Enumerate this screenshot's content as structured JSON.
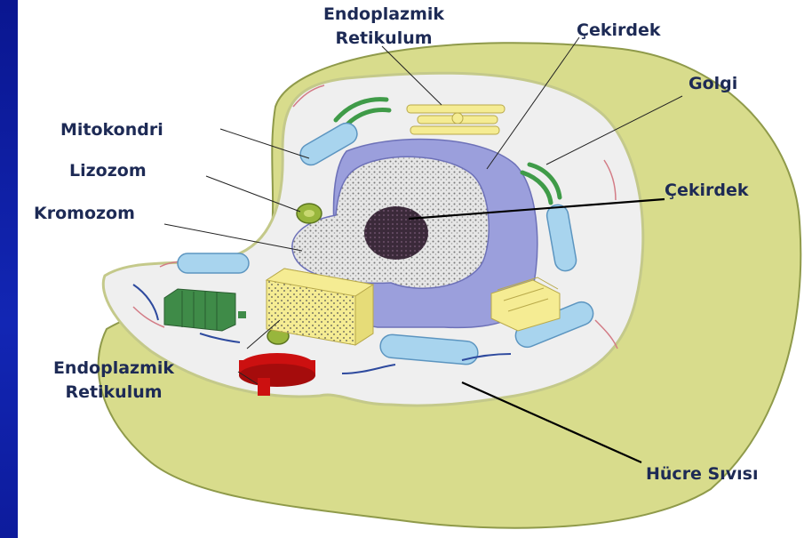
{
  "colors": {
    "background": "#0c1a9e",
    "membrane": "#d8dc8c",
    "cytoplasm": "#efefef",
    "nucleus_envelope": "#9b9fdc",
    "nucleolus": "#3b2a3a",
    "er_smooth": "#f5ec93",
    "golgi": "#3f9b48",
    "mitochondria": "#a8d4ee",
    "lysosome": "#98b63c",
    "vacuole": "#cc1010",
    "label_text": "#1d2a55"
  },
  "labels": {
    "er_top": [
      "Endoplazmik",
      "Retikulum"
    ],
    "cekirdek_top": "Çekirdek",
    "golgi": "Golgi",
    "mitokondri": "Mitokondri",
    "lizozom": "Lizozom",
    "cekirdek_right": "Çekirdek",
    "kromozom": "Kromozom",
    "er_bottom": [
      "Endoplazmik",
      "Retikulum"
    ],
    "hucre_sivisi": "Hücre Sıvısı"
  }
}
